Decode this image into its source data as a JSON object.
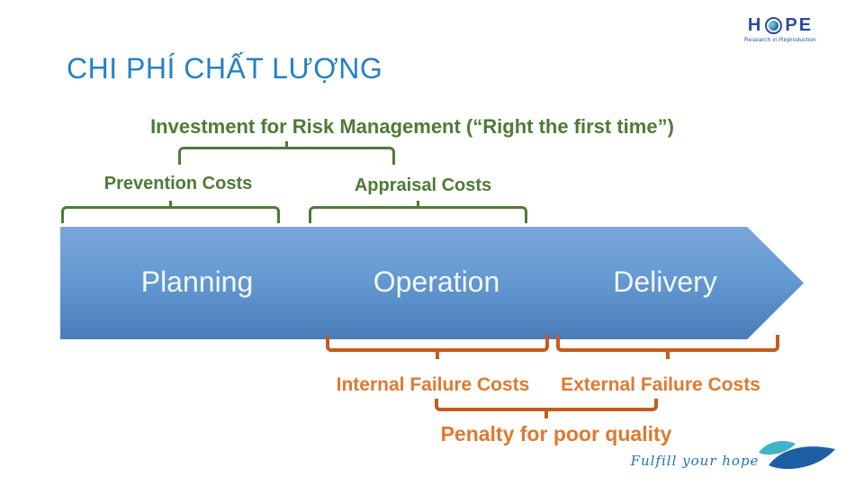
{
  "title": "CHI PHÍ CHẤT LƯỢNG",
  "brand": {
    "logo_h": "H",
    "logo_pe": "PE",
    "logo_subtitle": "Research in Reproduction",
    "tagline": "Fulfill your hope"
  },
  "diagram": {
    "investment_label": "Investment for Risk Management (“Right the first time”)",
    "prevention_label": "Prevention Costs",
    "appraisal_label": "Appraisal Costs",
    "stages": [
      "Planning",
      "Operation",
      "Delivery"
    ],
    "internal_failure_label": "Internal Failure Costs",
    "external_failure_label": "External Failure Costs",
    "penalty_label": "Penalty for poor quality"
  },
  "colors": {
    "title_blue": "#2581C4",
    "green": "#4E7A36",
    "orange_text": "#DF7930",
    "orange_bracket": "#C45C1C",
    "arrow_gradient_top": "#7AA6D9",
    "arrow_gradient_bottom": "#4A7CB9",
    "logo_navy": "#2B4A9E",
    "leaf_teal": "#3FB4C6",
    "leaf_blue": "#1D5FA5",
    "tagline_blue": "#1E72B8"
  }
}
